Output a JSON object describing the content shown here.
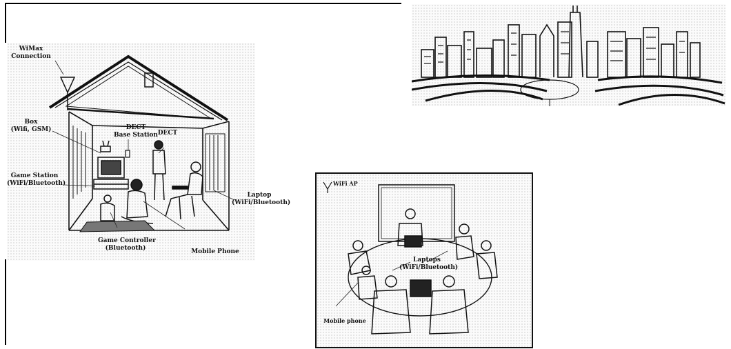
{
  "house": {
    "wimax": [
      "WiMax",
      "Connection"
    ],
    "box": [
      "Box",
      "(Wifi, GSM)"
    ],
    "dect_base": [
      "DECT",
      "Base Station"
    ],
    "dect": "DECT",
    "game_station": [
      "Game Station",
      "(WiFi/Bluetooth)"
    ],
    "laptop": [
      "Laptop",
      "(WiFi/Bluetooth)"
    ],
    "game_controller": [
      "Game Controller",
      "(Bluetooth)"
    ],
    "mobile_phone": "Mobile Phone"
  },
  "office": {
    "wifi_ap": "WiFi AP",
    "laptops": [
      "Laptops",
      "(WiFi/Bluetooth)"
    ],
    "mobile_phone": "Mobile phone"
  }
}
